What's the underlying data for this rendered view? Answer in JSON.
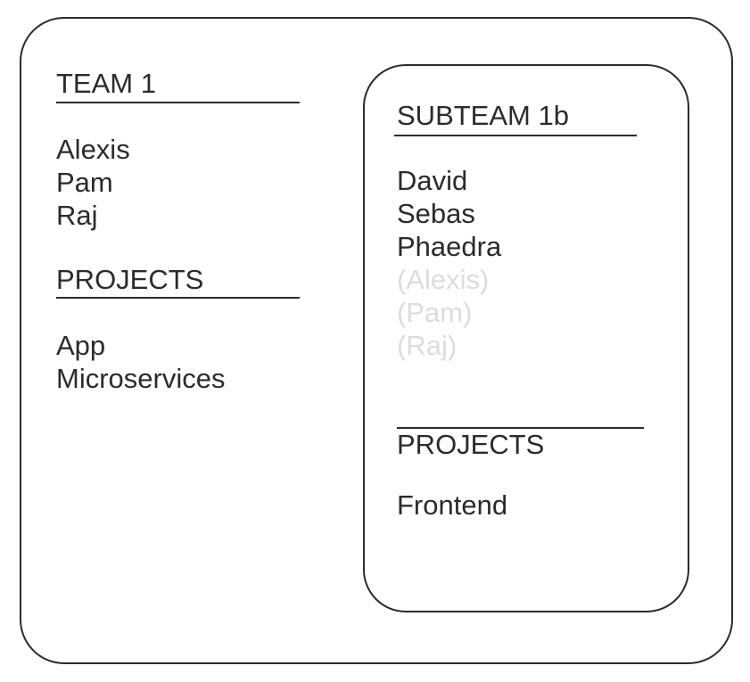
{
  "colors": {
    "ink": "#2b2b2b",
    "muted_member": "#dcdcdc",
    "background": "#ffffff"
  },
  "team": {
    "title": "TEAM 1",
    "members": [
      "Alexis",
      "Pam",
      "Raj"
    ],
    "projects_heading": "PROJECTS",
    "projects": [
      "App",
      "Microservices"
    ]
  },
  "subteam": {
    "title": "SUBTEAM 1b",
    "members": [
      "David",
      "Sebas",
      "Phaedra"
    ],
    "inherited_members": [
      "(Alexis)",
      "(Pam)",
      "(Raj)"
    ],
    "projects_heading": "PROJECTS",
    "projects": [
      "Frontend"
    ]
  }
}
